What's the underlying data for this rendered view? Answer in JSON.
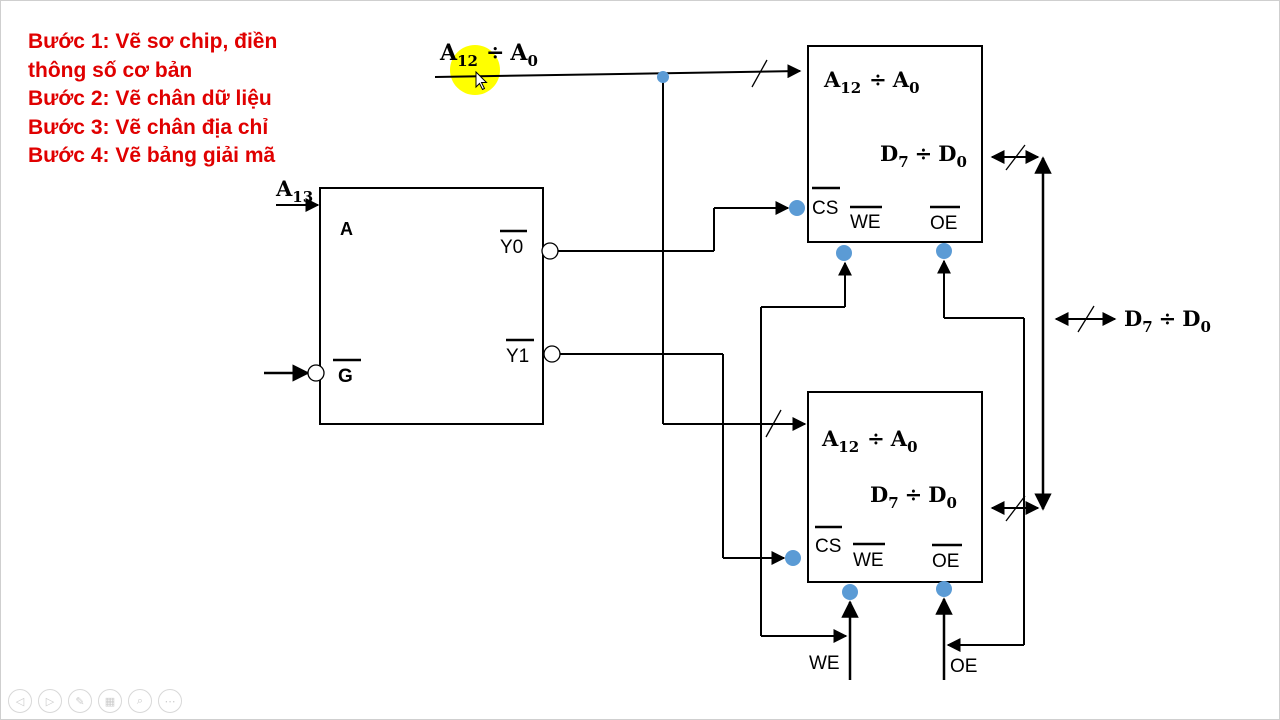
{
  "steps": [
    "Bước 1: Vẽ sơ chip, điền",
    "thông số cơ bản",
    "Bước 2: Vẽ chân dữ liệu",
    "Bước 3: Vẽ chân địa chỉ",
    "Bước 4: Vẽ bảng giải mã"
  ],
  "bus_labels": {
    "address_in": {
      "main": "A",
      "sub1": "12",
      "sep": "÷",
      "main2": "A",
      "sub2": "0"
    },
    "a13": {
      "main": "A",
      "sub": "13"
    },
    "data_out": {
      "main": "D",
      "sub1": "7",
      "sep": "÷",
      "main2": "D",
      "sub2": "0"
    }
  },
  "decoder": {
    "input_a": "A",
    "enable": "G",
    "out0": "Y0",
    "out1": "Y1"
  },
  "chips": [
    {
      "address": {
        "main": "A",
        "sub1": "12",
        "sep": "÷",
        "main2": "A",
        "sub2": "0"
      },
      "data": {
        "main": "D",
        "sub1": "7",
        "sep": "÷",
        "main2": "D",
        "sub2": "0"
      },
      "cs": "CS",
      "we": "WE",
      "oe": "OE"
    },
    {
      "address": {
        "main": "A",
        "sub1": "12",
        "sep": "÷",
        "main2": "A",
        "sub2": "0"
      },
      "data": {
        "main": "D",
        "sub1": "7",
        "sep": "÷",
        "main2": "D",
        "sub2": "0"
      },
      "cs": "CS",
      "we": "WE",
      "oe": "OE"
    }
  ],
  "control_inputs": {
    "we": "WE",
    "oe": "OE"
  },
  "toolbar": [
    {
      "icon": "previous-icon",
      "glyph": "◁"
    },
    {
      "icon": "next-icon",
      "glyph": "▷"
    },
    {
      "icon": "pen-icon",
      "glyph": "✎"
    },
    {
      "icon": "slides-icon",
      "glyph": "▦"
    },
    {
      "icon": "zoom-icon",
      "glyph": "⌕"
    },
    {
      "icon": "more-icon",
      "glyph": "⋯"
    }
  ],
  "colors": {
    "steps_text": "#e00000",
    "pin_fill": "#5b9bd5",
    "pointer_highlight": "#ffff00",
    "line": "#000000"
  }
}
